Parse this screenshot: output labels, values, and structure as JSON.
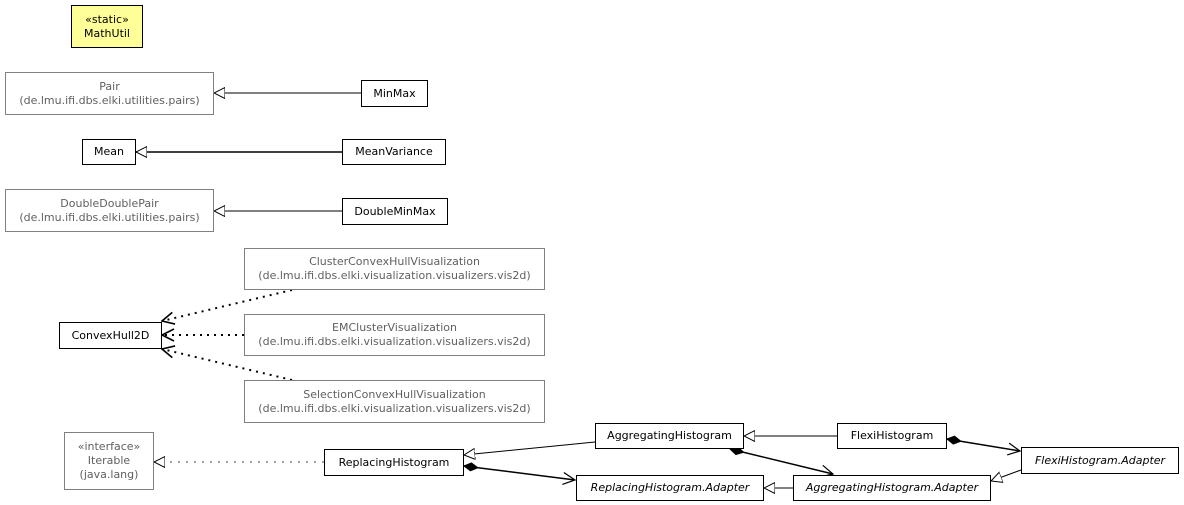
{
  "classes": {
    "mathutil": {
      "stereotype": "«static»",
      "name": "MathUtil"
    },
    "pair": {
      "name": "Pair",
      "package": "(de.lmu.ifi.dbs.elki.utilities.pairs)"
    },
    "minmax": {
      "name": "MinMax"
    },
    "mean": {
      "name": "Mean"
    },
    "meanvariance": {
      "name": "MeanVariance"
    },
    "doubledoublepair": {
      "name": "DoubleDoublePair",
      "package": "(de.lmu.ifi.dbs.elki.utilities.pairs)"
    },
    "doubleminmax": {
      "name": "DoubleMinMax"
    },
    "clusterconvexhull": {
      "name": "ClusterConvexHullVisualization",
      "package": "(de.lmu.ifi.dbs.elki.visualization.visualizers.vis2d)"
    },
    "convexhull2d": {
      "name": "ConvexHull2D"
    },
    "emcluster": {
      "name": "EMClusterVisualization",
      "package": "(de.lmu.ifi.dbs.elki.visualization.visualizers.vis2d)"
    },
    "selectionconvexhull": {
      "name": "SelectionConvexHullVisualization",
      "package": "(de.lmu.ifi.dbs.elki.visualization.visualizers.vis2d)"
    },
    "iterable": {
      "stereotype": "«interface»",
      "name": "Iterable",
      "package": "(java.lang)"
    },
    "replacinghistogram": {
      "name": "ReplacingHistogram"
    },
    "aggregatinghistogram": {
      "name": "AggregatingHistogram"
    },
    "flexihistogram": {
      "name": "FlexiHistogram"
    },
    "flexihistogram_adapter": {
      "name": "FlexiHistogram.Adapter"
    },
    "replacinghistogram_adapter": {
      "name": "ReplacingHistogram.Adapter"
    },
    "aggregatinghistogram_adapter": {
      "name": "AggregatingHistogram.Adapter"
    }
  },
  "relations": [
    {
      "type": "generalization",
      "from": "minmax",
      "to": "pair"
    },
    {
      "type": "generalization",
      "from": "meanvariance",
      "to": "mean"
    },
    {
      "type": "generalization",
      "from": "doubleminmax",
      "to": "doubledoublepair"
    },
    {
      "type": "dependency",
      "from": "clusterconvexhull",
      "to": "convexhull2d"
    },
    {
      "type": "dependency",
      "from": "emcluster",
      "to": "convexhull2d"
    },
    {
      "type": "dependency",
      "from": "selectionconvexhull",
      "to": "convexhull2d"
    },
    {
      "type": "realization",
      "from": "replacinghistogram",
      "to": "iterable"
    },
    {
      "type": "generalization",
      "from": "aggregatinghistogram",
      "to": "replacinghistogram"
    },
    {
      "type": "generalization",
      "from": "flexihistogram",
      "to": "aggregatinghistogram"
    },
    {
      "type": "composition",
      "from": "replacinghistogram",
      "to": "replacinghistogram_adapter"
    },
    {
      "type": "composition",
      "from": "aggregatinghistogram",
      "to": "aggregatinghistogram_adapter"
    },
    {
      "type": "composition",
      "from": "flexihistogram",
      "to": "flexihistogram_adapter"
    },
    {
      "type": "generalization",
      "from": "aggregatinghistogram_adapter",
      "to": "replacinghistogram_adapter"
    },
    {
      "type": "generalization",
      "from": "flexihistogram_adapter",
      "to": "aggregatinghistogram_adapter"
    }
  ]
}
